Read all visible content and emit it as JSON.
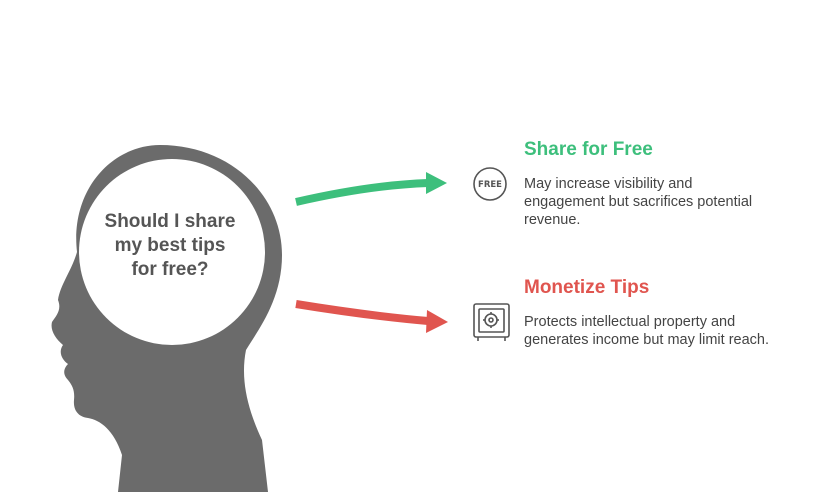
{
  "question": {
    "lines": [
      "Should I share",
      "my best tips",
      "for free?"
    ]
  },
  "options": [
    {
      "title": "Share for Free",
      "description": "May increase visibility and engagement but sacrifices potential revenue.",
      "icon": "free-badge-icon",
      "color": "#3dbf7c",
      "icon_text": "FREE"
    },
    {
      "title": "Monetize Tips",
      "description": "Protects intellectual property and generates income but may limit reach.",
      "icon": "safe-icon",
      "color": "#e0554f"
    }
  ],
  "colors": {
    "head": "#6b6b6b",
    "circle": "#ffffff",
    "text": "#555555"
  }
}
